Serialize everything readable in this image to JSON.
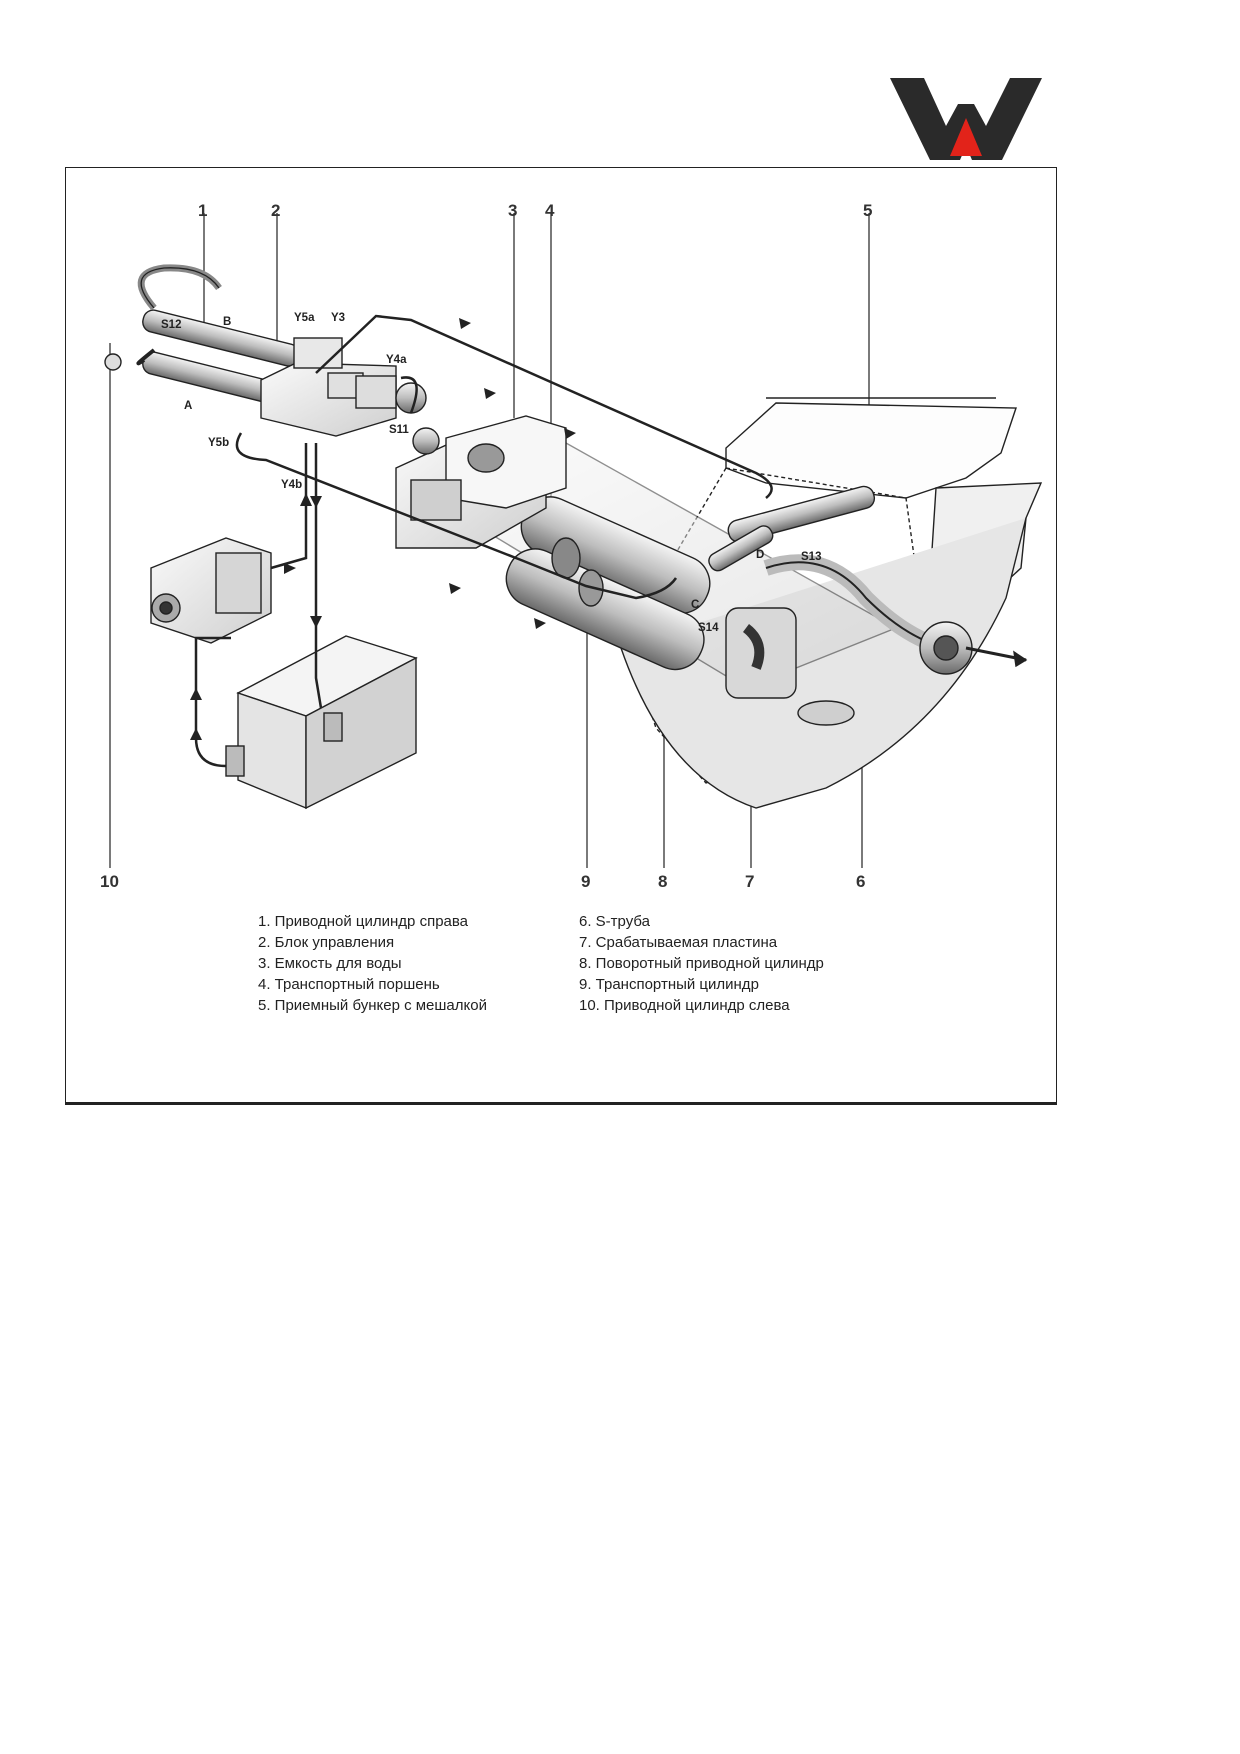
{
  "logo": {
    "color_red": "#e2231a",
    "color_dark": "#222222"
  },
  "callouts": {
    "n1": "1",
    "n2": "2",
    "n3": "3",
    "n4": "4",
    "n5": "5",
    "n6": "6",
    "n7": "7",
    "n8": "8",
    "n9": "9",
    "n10": "10"
  },
  "labels": {
    "s12": "S12",
    "b": "B",
    "y5a": "Y5a",
    "y3": "Y3",
    "y4a": "Y4a",
    "a": "A",
    "y5b": "Y5b",
    "s11": "S11",
    "y4b": "Y4b",
    "d": "D",
    "s13": "S13",
    "c": "C",
    "s14": "S14"
  },
  "legend": {
    "left": [
      "1. Приводной цилиндр справа",
      "2. Блок управления",
      "3. Емкость для воды",
      "4. Транспортный поршень",
      "5. Приемный бункер с мешалкой"
    ],
    "right": [
      "6. S-труба",
      "7. Срабатываемая пластина",
      "8. Поворотный приводной цилиндр",
      "9. Транспортный цилиндр",
      "10. Приводной цилиндр слева"
    ]
  }
}
